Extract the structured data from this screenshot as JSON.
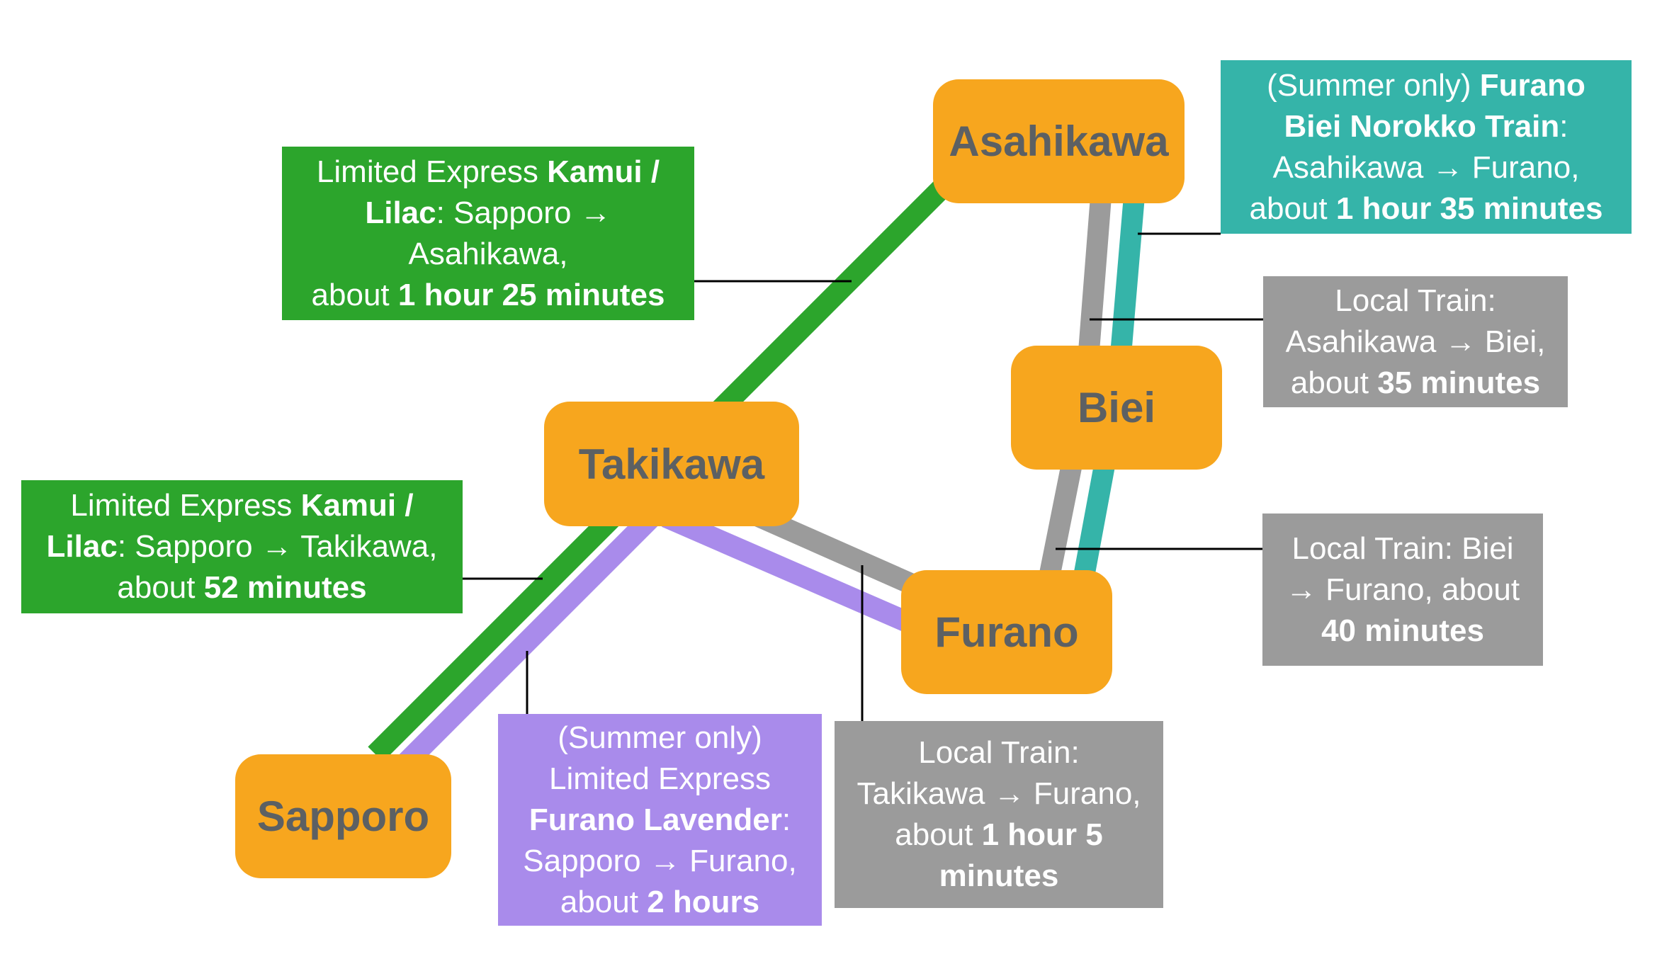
{
  "colors": {
    "background": "#FFFFFF",
    "node_fill": "#F7A61E",
    "node_text": "#5C6063",
    "green": "#2CA52C",
    "purple": "#A98BEB",
    "gray": "#9B9B9B",
    "teal": "#35B4A9",
    "connector": "#000000"
  },
  "stations": {
    "sapporo": {
      "label": "Sapporo"
    },
    "takikawa": {
      "label": "Takikawa"
    },
    "asahikawa": {
      "label": "Asahikawa"
    },
    "biei": {
      "label": "Biei"
    },
    "furano": {
      "label": "Furano"
    }
  },
  "routes": [
    {
      "service": "Limited Express Kamui / Lilac",
      "color_key": "green",
      "stops": [
        "Sapporo",
        "Takikawa",
        "Asahikawa"
      ]
    },
    {
      "service": "(Summer only) Limited Express Furano Lavender",
      "color_key": "purple",
      "stops": [
        "Sapporo",
        "Takikawa",
        "Furano"
      ]
    },
    {
      "service": "Local Train",
      "color_key": "gray",
      "stops": [
        "Takikawa",
        "Furano"
      ]
    },
    {
      "service": "Local Train",
      "color_key": "gray",
      "stops": [
        "Asahikawa",
        "Biei",
        "Furano"
      ]
    },
    {
      "service": "(Summer only) Furano Biei Norokko Train",
      "color_key": "teal",
      "stops": [
        "Asahikawa",
        "Biei",
        "Furano"
      ]
    }
  ],
  "labels": {
    "sapporo_asahikawa": {
      "lines": [
        [
          {
            "t": "Limited Express ",
            "b": false
          },
          {
            "t": "Kamui /",
            "b": true
          }
        ],
        [
          {
            "t": "Lilac",
            "b": true
          },
          {
            "t": ": Sapporo →",
            "b": false
          }
        ],
        [
          {
            "t": "Asahikawa,",
            "b": false
          }
        ],
        [
          {
            "t": "about ",
            "b": false
          },
          {
            "t": "1 hour 25 minutes",
            "b": true
          }
        ]
      ]
    },
    "sapporo_takikawa": {
      "lines": [
        [
          {
            "t": "Limited Express ",
            "b": false
          },
          {
            "t": "Kamui /",
            "b": true
          }
        ],
        [
          {
            "t": "Lilac",
            "b": true
          },
          {
            "t": ": Sapporo → Takikawa,",
            "b": false
          }
        ],
        [
          {
            "t": "about ",
            "b": false
          },
          {
            "t": "52 minutes",
            "b": true
          }
        ]
      ]
    },
    "norokko": {
      "lines": [
        [
          {
            "t": "(Summer only) ",
            "b": false
          },
          {
            "t": "Furano",
            "b": true
          }
        ],
        [
          {
            "t": "Biei Norokko Train",
            "b": true
          },
          {
            "t": ":",
            "b": false
          }
        ],
        [
          {
            "t": "Asahikawa → Furano,",
            "b": false
          }
        ],
        [
          {
            "t": "about ",
            "b": false
          },
          {
            "t": "1 hour 35 minutes",
            "b": true
          }
        ]
      ]
    },
    "asahikawa_biei": {
      "lines": [
        [
          {
            "t": "Local Train:",
            "b": false
          }
        ],
        [
          {
            "t": "Asahikawa → Biei,",
            "b": false
          }
        ],
        [
          {
            "t": "about ",
            "b": false
          },
          {
            "t": "35 minutes",
            "b": true
          }
        ]
      ]
    },
    "biei_furano": {
      "lines": [
        [
          {
            "t": "Local Train: Biei",
            "b": false
          }
        ],
        [
          {
            "t": "→ Furano, about",
            "b": false
          }
        ],
        [
          {
            "t": "40 minutes",
            "b": true
          }
        ]
      ]
    },
    "takikawa_furano": {
      "lines": [
        [
          {
            "t": "Local Train:",
            "b": false
          }
        ],
        [
          {
            "t": "Takikawa → Furano,",
            "b": false
          }
        ],
        [
          {
            "t": "about ",
            "b": false
          },
          {
            "t": "1 hour 5",
            "b": true
          }
        ],
        [
          {
            "t": "minutes",
            "b": true
          }
        ]
      ]
    },
    "furano_lavender": {
      "lines": [
        [
          {
            "t": "(Summer only)",
            "b": false
          }
        ],
        [
          {
            "t": "Limited Express",
            "b": false
          }
        ],
        [
          {
            "t": "Furano Lavender",
            "b": true
          },
          {
            "t": ":",
            "b": false
          }
        ],
        [
          {
            "t": "Sapporo → Furano,",
            "b": false
          }
        ],
        [
          {
            "t": "about ",
            "b": false
          },
          {
            "t": "2 hours",
            "b": true
          }
        ]
      ]
    }
  }
}
